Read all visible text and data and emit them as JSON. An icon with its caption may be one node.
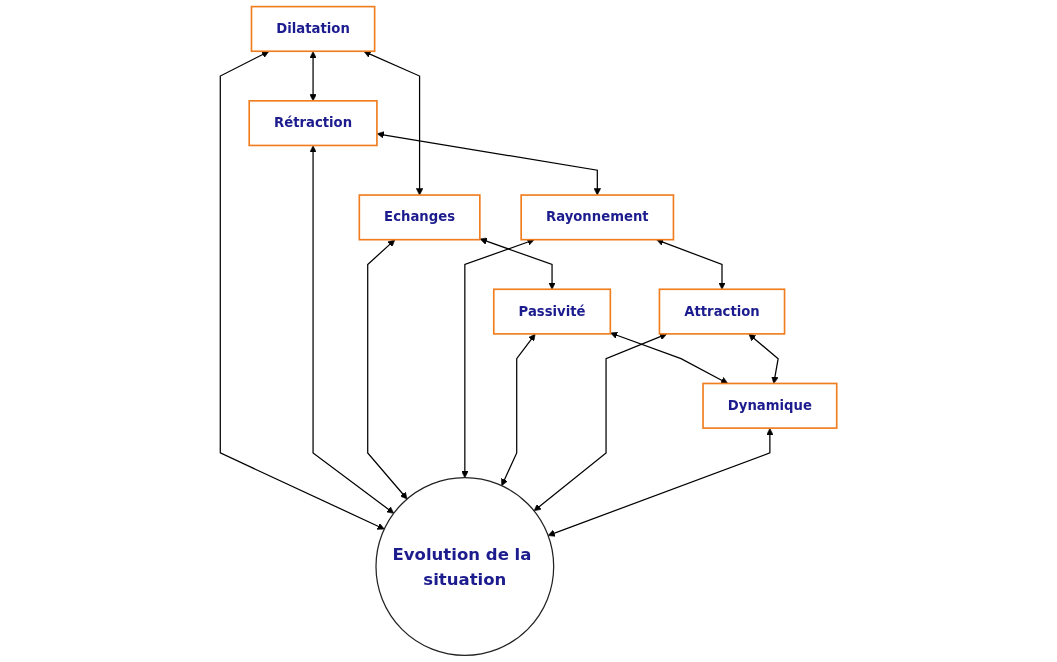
{
  "diagram": {
    "nodes": [
      {
        "text": [
          "Dilatation"
        ]
      },
      {
        "text": [
          "Rétraction"
        ]
      },
      {
        "text": [
          "Echanges"
        ]
      },
      {
        "text": [
          "Evolution de la situation"
        ]
      },
      {
        "text": [
          "Rayonnement"
        ]
      },
      {
        "text": [
          "Passivité"
        ]
      },
      {
        "text": [
          "Attraction"
        ]
      },
      {
        "text": [
          "Dynamique"
        ]
      }
    ],
    "edges": [
      {
        "from": 0,
        "to": 1,
        "arrow": "both"
      },
      {
        "from": 0,
        "to": 3,
        "arrow": "both"
      },
      {
        "from": 0,
        "to": 2,
        "arrow": "both"
      },
      {
        "from": 1,
        "to": 3,
        "arrow": "both"
      },
      {
        "from": 2,
        "to": 3,
        "arrow": "both"
      },
      {
        "from": 1,
        "to": 4,
        "arrow": "both"
      },
      {
        "from": 2,
        "to": 5,
        "arrow": "both"
      },
      {
        "from": 4,
        "to": 3,
        "arrow": "both"
      },
      {
        "from": 5,
        "to": 3,
        "arrow": "both"
      },
      {
        "from": 4,
        "to": 6,
        "arrow": "both"
      },
      {
        "from": 6,
        "to": 3,
        "arrow": "both"
      },
      {
        "from": 7,
        "to": 3,
        "arrow": "both"
      },
      {
        "from": 5,
        "to": 7,
        "arrow": "both"
      },
      {
        "from": 6,
        "to": 7,
        "arrow": "both"
      }
    ]
  }
}
